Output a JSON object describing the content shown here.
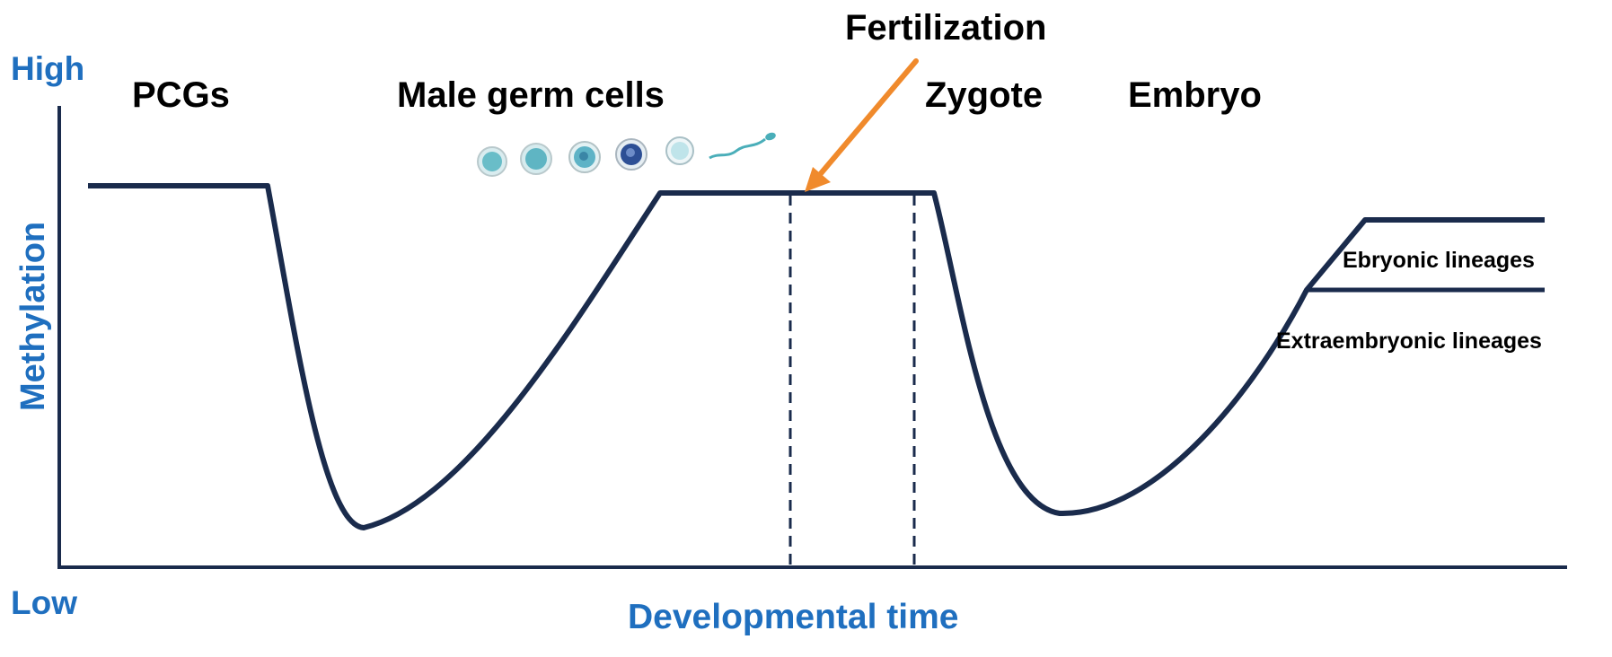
{
  "axes": {
    "high_label": "High",
    "low_label": "Low",
    "y_label": "Methylation",
    "x_label": "Developmental time"
  },
  "stages": {
    "pcgs": "PCGs",
    "male_germ_cells": "Male germ cells",
    "fertilization": "Fertilization",
    "zygote": "Zygote",
    "embryo": "Embryo"
  },
  "lineages": {
    "embryonic": "Ebryonic lineages",
    "extraembryonic": "Extraembryonic lineages"
  },
  "colors": {
    "axis_text": "#1f6fbf",
    "curve": "#1a2b4c",
    "arrow": "#f08a2c",
    "axis_line": "#1a2b4c"
  },
  "icons": [
    "germ-cell-icon",
    "germ-cell-icon",
    "germ-cell-icon",
    "germ-cell-icon",
    "germ-cell-icon",
    "sperm-icon"
  ]
}
